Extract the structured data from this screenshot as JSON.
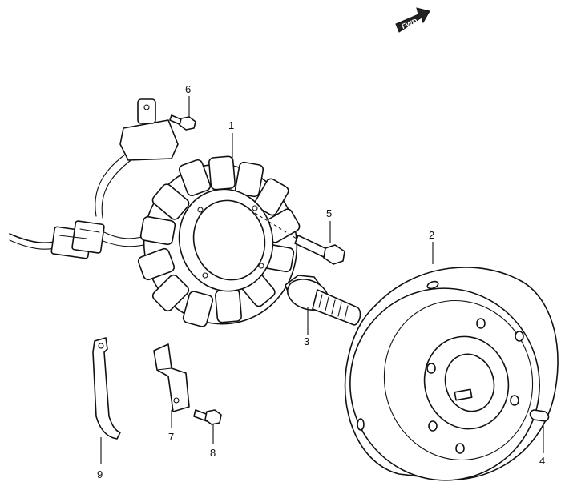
{
  "fwd_label": "FWD",
  "callouts": {
    "c1": "1",
    "c2": "2",
    "c3": "3",
    "c4": "4",
    "c5": "5",
    "c6": "6",
    "c7": "7",
    "c8": "8",
    "c9": "9"
  }
}
